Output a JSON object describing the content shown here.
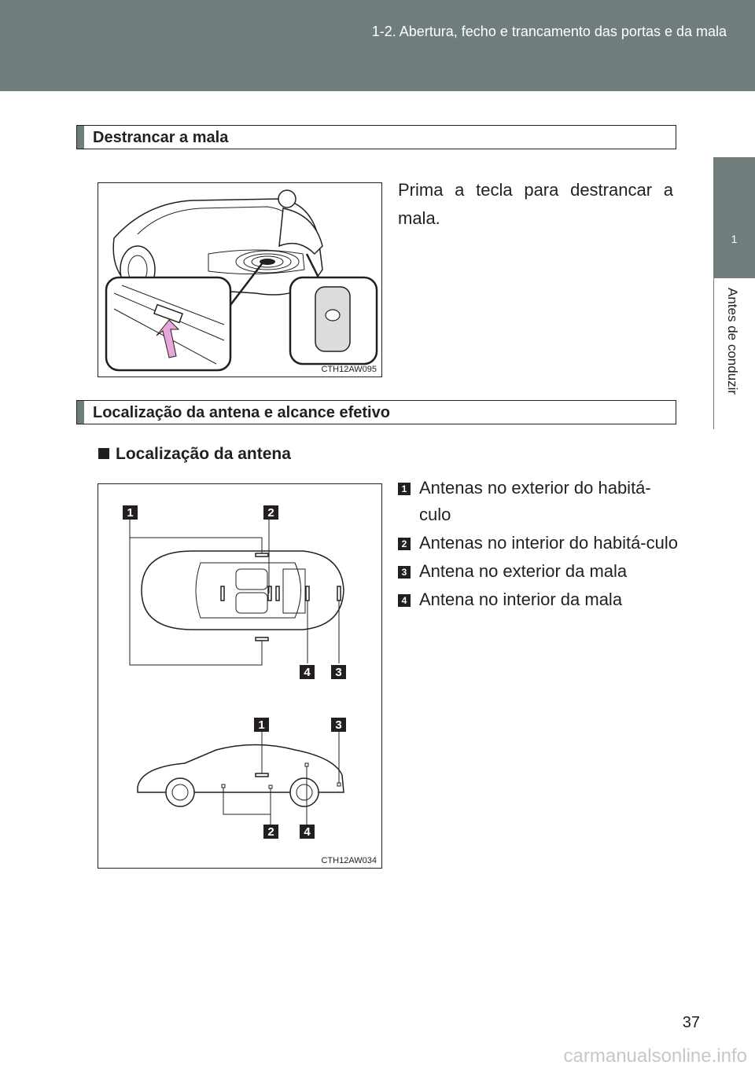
{
  "header": {
    "breadcrumb": "1-2. Abertura, fecho e trancamento das portas e da mala"
  },
  "side_tab": {
    "chapter_number": "1",
    "chapter_title": "Antes de conduzir"
  },
  "section1": {
    "title": "Destrancar a mala",
    "figure_code": "CTH12AW095",
    "text": "Prima a tecla para destrancar a mala."
  },
  "section2": {
    "title": "Localização da antena e alcance efetivo",
    "subheading": "Localização da antena",
    "figure_code": "CTH12AW034",
    "legend": [
      {
        "badge": "1",
        "text": "Antenas no exterior do habitá-culo"
      },
      {
        "badge": "2",
        "text": "Antenas no interior do habitá-culo"
      },
      {
        "badge": "3",
        "text": "Antena no exterior da mala"
      },
      {
        "badge": "4",
        "text": "Antena no interior da mala"
      }
    ],
    "figure_labels": [
      "1",
      "2",
      "4",
      "3",
      "1",
      "3",
      "2",
      "4"
    ]
  },
  "footer": {
    "page_number": "37",
    "watermark": "carmanualsonline.info"
  },
  "colors": {
    "header_bg": "#6f7d7c",
    "text": "#231f20",
    "arrow": "#e8a6d9"
  }
}
